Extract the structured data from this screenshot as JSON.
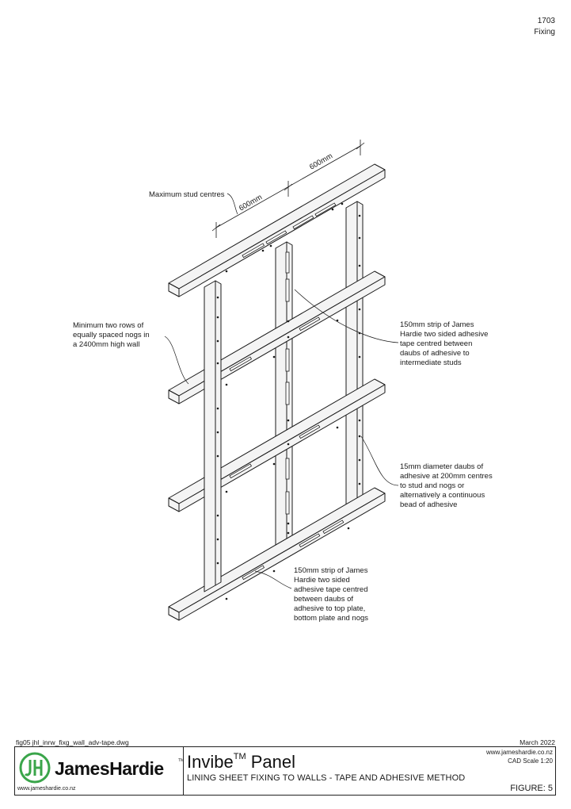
{
  "page": {
    "number": "1703",
    "section": "Fixing"
  },
  "drawing": {
    "dimensions": [
      "600mm",
      "600mm"
    ],
    "callouts": {
      "stud_centres": "Maximum stud centres",
      "nogs": "Minimum two rows of\nequally spaced nogs in\na 2400mm high wall",
      "tape_studs": "150mm strip of James\nHardie two sided adhesive\ntape centred between\ndaubs of adhesive to\nintermediate studs",
      "daubs": "15mm diameter daubs of\nadhesive at 200mm centres\nto stud and nogs or\nalternatively a continuous\nbead of adhesive",
      "tape_plates": "150mm strip of James\nHardie two sided\nadhesive tape centred\nbetween daubs of\nadhesive to top plate,\nbottom plate and nogs"
    }
  },
  "footer": {
    "file": "fig05 jhl_inrw_fixg_wall_adv-tape.dwg",
    "date": "March 2022",
    "brand": "JamesHardie",
    "brand_tm": "TM",
    "brand_url": "www.jameshardie.co.nz",
    "product": "Invibe",
    "product_tm": "TM",
    "product_suffix": " Panel",
    "subtitle": "LINING SHEET FIXING TO WALLS - TAPE AND ADHESIVE METHOD",
    "site_url": "www.jameshardie.co.nz",
    "scale": "CAD Scale 1:20",
    "figure": "FIGURE: 5"
  },
  "colors": {
    "ink": "#1a1a1a",
    "timber": "#f4f4f4",
    "logo_green": "#3aa54a"
  }
}
